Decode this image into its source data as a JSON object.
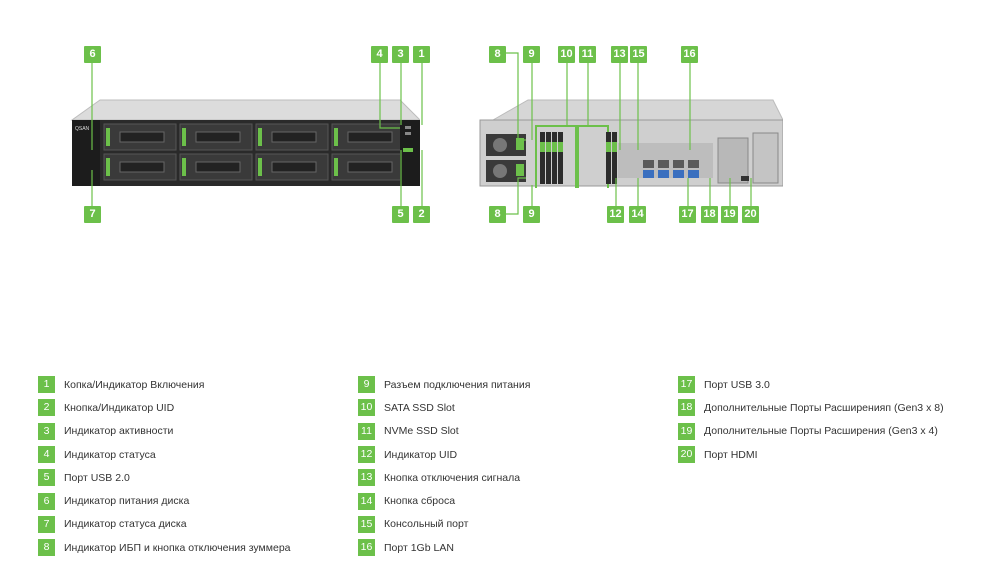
{
  "callouts_front_top": [
    "6",
    "4",
    "3",
    "1"
  ],
  "callouts_front_bottom": [
    "7",
    "5",
    "2"
  ],
  "callouts_rear_top": [
    "8",
    "9",
    "10",
    "11",
    "13",
    "15",
    "16"
  ],
  "callouts_rear_bottom": [
    "8",
    "9",
    "12",
    "14",
    "17",
    "18",
    "19",
    "20"
  ],
  "brand_logo": "QSAN",
  "legend": {
    "col1": [
      {
        "num": "1",
        "label": "Копка/Индикатор Включения"
      },
      {
        "num": "2",
        "label": "Кнопка/Индикатор UID"
      },
      {
        "num": "3",
        "label": "Индикатор активности"
      },
      {
        "num": "4",
        "label": "Индикатор статуса"
      },
      {
        "num": "5",
        "label": "Порт USB 2.0"
      },
      {
        "num": "6",
        "label": "Индикатор питания диска"
      },
      {
        "num": "7",
        "label": "Индикатор статуса диска"
      },
      {
        "num": "8",
        "label": "Индикатор ИБП и кнопка отключения зуммера"
      }
    ],
    "col2": [
      {
        "num": "9",
        "label": "Разъем подключения питания"
      },
      {
        "num": "10",
        "label": "SATA SSD Slot"
      },
      {
        "num": "11",
        "label": "NVMe SSD Slot"
      },
      {
        "num": "12",
        "label": "Индикатор UID"
      },
      {
        "num": "13",
        "label": "Кнопка отключения сигнала"
      },
      {
        "num": "14",
        "label": "Кнопка сброса"
      },
      {
        "num": "15",
        "label": "Консольный порт"
      },
      {
        "num": "16",
        "label": "Порт 1Gb LAN"
      }
    ],
    "col3": [
      {
        "num": "17",
        "label": "Порт USB 3.0"
      },
      {
        "num": "18",
        "label": "Дополнительные Порты Расширенияп (Gen3 x 8)"
      },
      {
        "num": "19",
        "label": "Дополнительные Порты Расширения (Gen3 x 4)"
      },
      {
        "num": "20",
        "label": "Порт HDMI"
      }
    ]
  },
  "colors": {
    "accent": "#6cc04a",
    "chassis": "#2b2b2b",
    "chassis_top": "#d9d9d9"
  }
}
